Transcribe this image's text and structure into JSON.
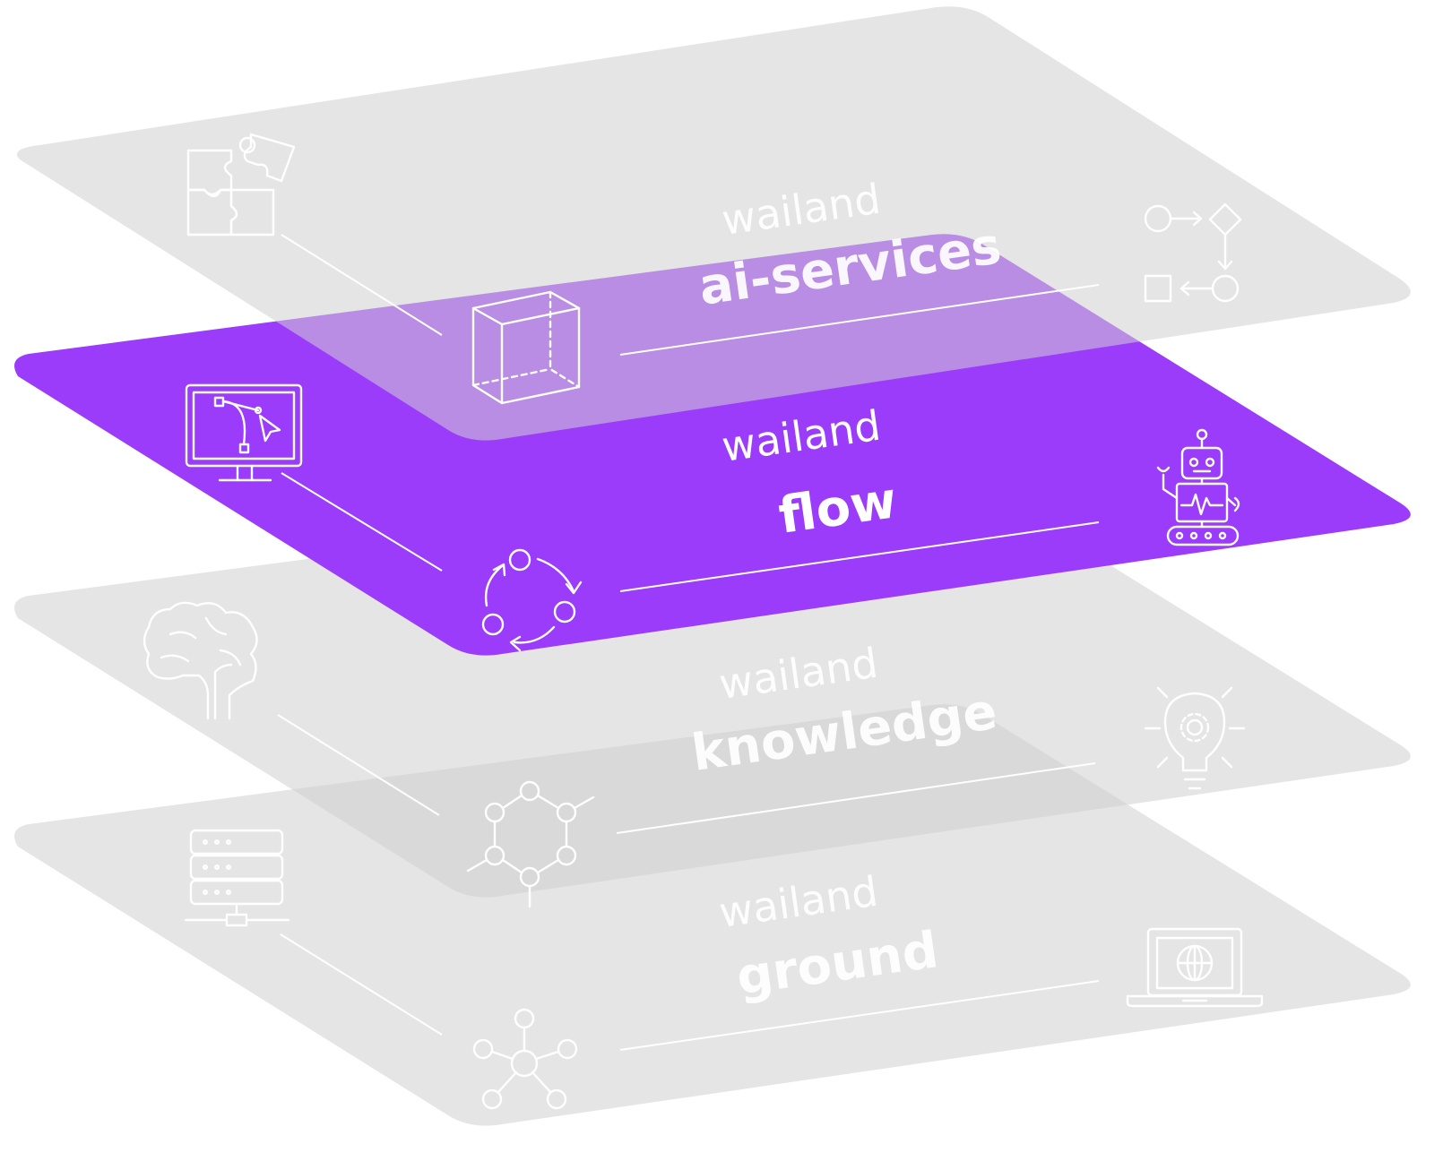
{
  "layers": [
    {
      "id": "ground",
      "prefix": "wailand",
      "name": "ground",
      "active": false
    },
    {
      "id": "knowledge",
      "prefix": "wailand",
      "name": "knowledge",
      "active": false
    },
    {
      "id": "flow",
      "prefix": "wailand",
      "name": "flow",
      "active": true
    },
    {
      "id": "ai-services",
      "prefix": "wailand",
      "name": "ai-services",
      "active": false
    }
  ],
  "colors": {
    "active": "#9b3cfa",
    "inactive": "#cfcfcf",
    "ink": "#ffffff"
  },
  "icons": {
    "ai-services": [
      "puzzle-icon",
      "cube-icon",
      "workflow-icon"
    ],
    "flow": [
      "monitor-bezier-icon",
      "cycle-icon",
      "robot-icon"
    ],
    "knowledge": [
      "brain-icon",
      "hex-network-icon",
      "lightbulb-gear-icon"
    ],
    "ground": [
      "server-icon",
      "hub-network-icon",
      "laptop-globe-icon"
    ]
  }
}
